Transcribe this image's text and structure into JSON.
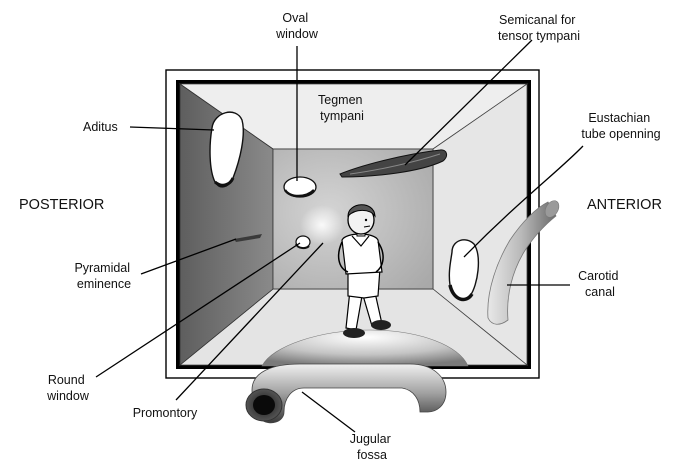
{
  "directions": {
    "posterior": "POSTERIOR",
    "anterior": "ANTERIOR"
  },
  "labels": {
    "oval_window": [
      "Oval",
      "window"
    ],
    "semicanal": [
      "Semicanal for",
      "tensor tympani"
    ],
    "tegmen": [
      "Tegmen",
      "tympani"
    ],
    "aditus": [
      "Aditus"
    ],
    "eustachian": [
      "Eustachian",
      "tube openning"
    ],
    "pyramidal": [
      "Pyramidal",
      "eminence"
    ],
    "carotid": [
      "Carotid",
      "canal"
    ],
    "round_window": [
      "Round",
      "window"
    ],
    "promontory": [
      "Promontory"
    ],
    "jugular": [
      "Jugular",
      "fossa"
    ]
  }
}
